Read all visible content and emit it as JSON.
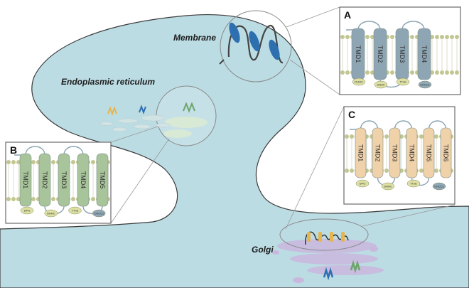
{
  "labels": {
    "membrane": "Membrane",
    "endoplasmic_reticulum": "Endoplasmic reticulum",
    "golgi": "Golgi"
  },
  "panels": [
    {
      "id": "A",
      "letter": "A",
      "tmds": [
        "TMD1",
        "TMD2",
        "TMD3",
        "TMD4"
      ],
      "helix_color": "#8ea6b4",
      "tags": [
        "DHHC",
        "SNHC",
        "TTxE",
        "CHCC1"
      ]
    },
    {
      "id": "B",
      "letter": "B",
      "tmds": [
        "TMD1",
        "TMD2",
        "TMD3",
        "TMD4",
        "TMD5"
      ],
      "helix_color": "#a8c49a",
      "tags": [
        "DPG",
        "DHHC",
        "TTxE",
        "CHCC1"
      ]
    },
    {
      "id": "C",
      "letter": "C",
      "tmds": [
        "TMD1",
        "TMD2",
        "TMD3",
        "TMD4",
        "TMD5",
        "TMD6"
      ],
      "helix_color": "#efd2aa",
      "tags": [
        "DPG",
        "DHHC",
        "TTxE",
        "CHCC1"
      ]
    }
  ],
  "colors": {
    "cell_fill": "#bcdce4",
    "cell_stroke": "#3a3a3a",
    "membrane_helix": "#2e6fb0",
    "er_fill": "#cfe3e6",
    "golgi_fill": "#c9b8de",
    "lipid_head": "#c2c691",
    "panel_border": "#6a6a6a"
  }
}
